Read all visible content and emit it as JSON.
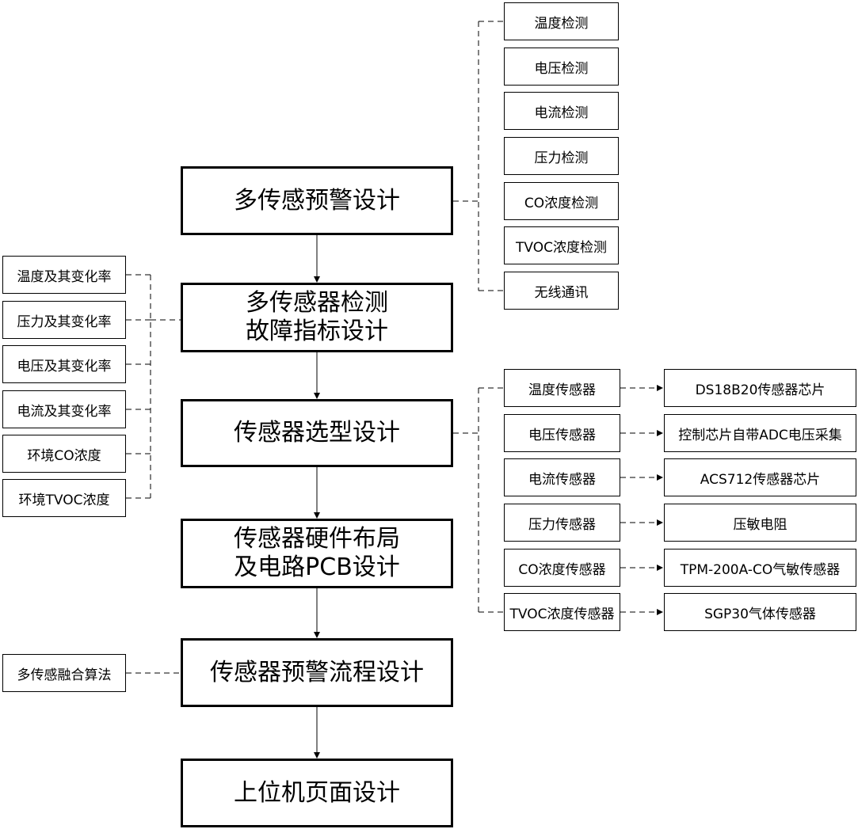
{
  "main_steps": [
    {
      "lines": [
        "多传感预警设计"
      ]
    },
    {
      "lines": [
        "多传感器检测",
        "故障指标设计"
      ]
    },
    {
      "lines": [
        "传感器选型设计"
      ]
    },
    {
      "lines": [
        "传感器硬件布局",
        "及电路PCB设计"
      ]
    },
    {
      "lines": [
        "传感器预警流程设计"
      ]
    },
    {
      "lines": [
        "上位机页面设计"
      ]
    }
  ],
  "warning_functions": [
    "温度检测",
    "电压检测",
    "电流检测",
    "压力检测",
    "CO浓度检测",
    "TVOC浓度检测",
    "无线通讯"
  ],
  "fault_indicators": [
    "温度及其变化率",
    "压力及其变化率",
    "电压及其变化率",
    "电流及其变化率",
    "环境CO浓度",
    "环境TVOC浓度"
  ],
  "sensor_types": [
    "温度传感器",
    "电压传感器",
    "电流传感器",
    "压力传感器",
    "CO浓度传感器",
    "TVOC浓度传感器"
  ],
  "sensor_chips": [
    "DS18B20传感器芯片",
    "控制芯片自带ADC电压采集",
    "ACS712传感器芯片",
    "压敏电阻",
    "TPM-200A-CO气敏传感器",
    "SGP30气体传感器"
  ],
  "algorithm": "多传感融合算法"
}
